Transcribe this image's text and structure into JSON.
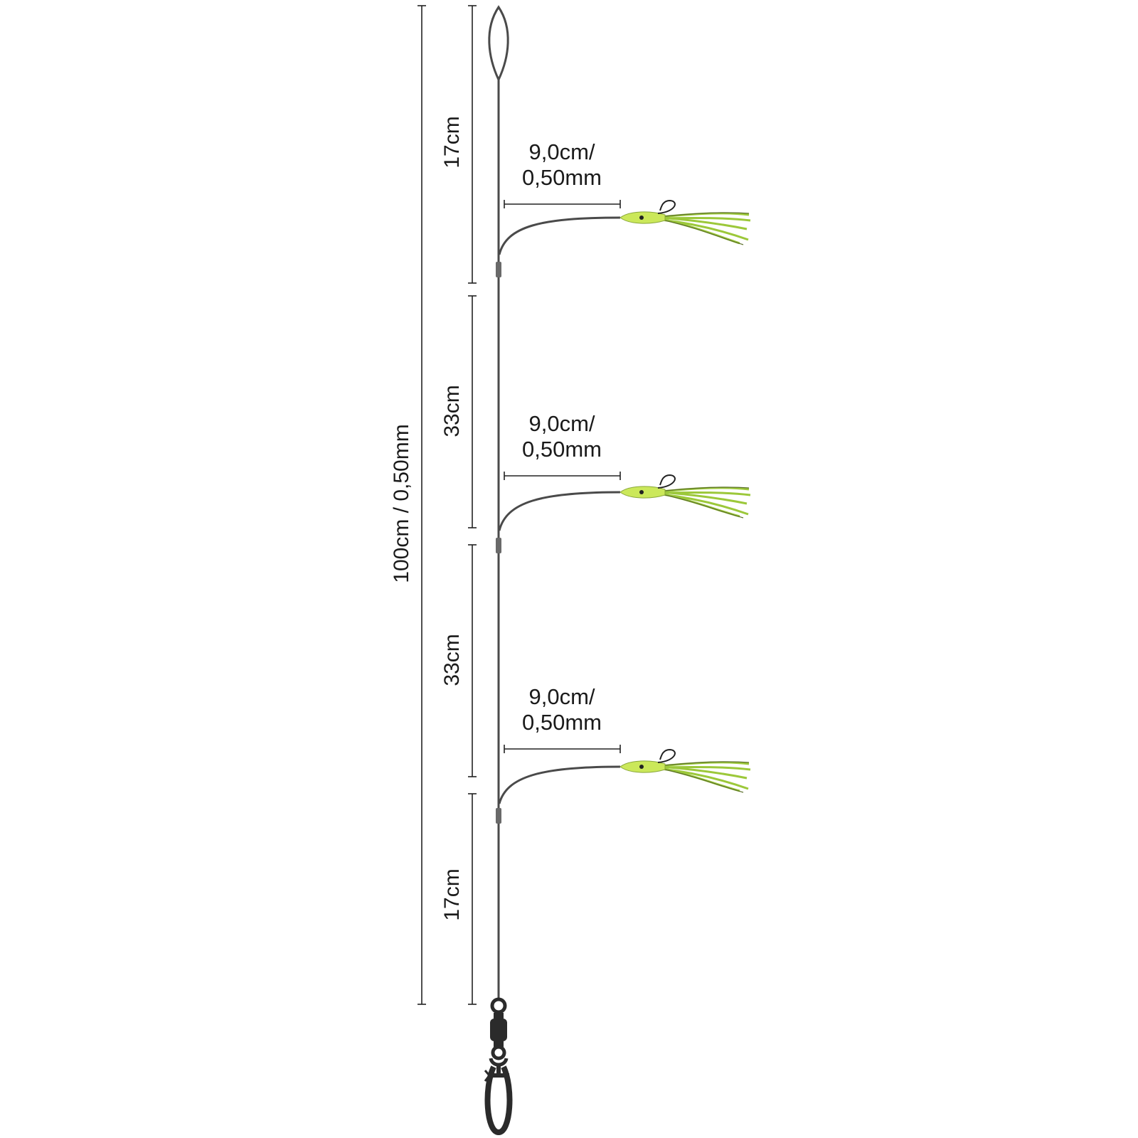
{
  "diagram": {
    "total_length_label": "100cm / 0,50mm",
    "segment_labels": [
      "17cm",
      "33cm",
      "33cm",
      "17cm"
    ],
    "droppers": [
      {
        "length_label": "9,0cm/",
        "diameter_label": "0,50mm"
      },
      {
        "length_label": "9,0cm/",
        "diameter_label": "0,50mm"
      },
      {
        "length_label": "9,0cm/",
        "diameter_label": "0,50mm"
      }
    ],
    "colors": {
      "line": "#4a4a4a",
      "dimension": "#222222",
      "lure_green": "#b8e04a",
      "lure_dark": "#5a6e2a",
      "swivel": "#2b2b2b"
    }
  }
}
